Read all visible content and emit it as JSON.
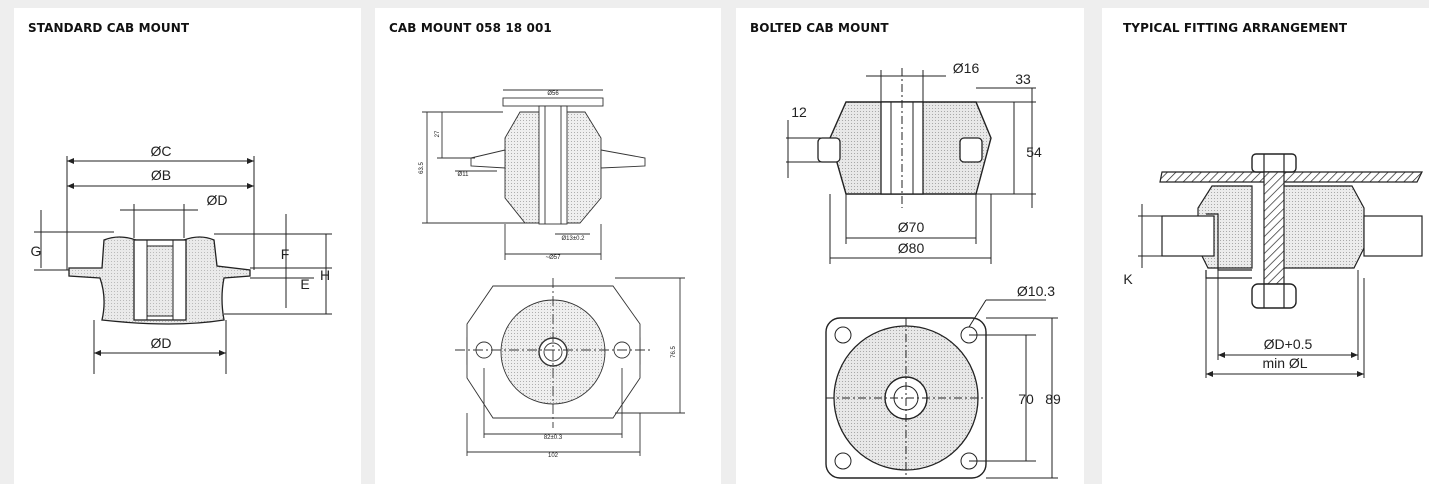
{
  "panels": [
    {
      "title": "STANDARD CAB MOUNT",
      "labels": {
        "dia_c": "ØC",
        "dia_b": "ØB",
        "dia_d_top": "ØD",
        "dia_d_bottom": "ØD",
        "g": "G",
        "f": "F",
        "e": "E",
        "h": "H"
      }
    },
    {
      "title": "CAB MOUNT 058 18 001",
      "labels": {
        "top_dia": "Ø56",
        "height_total": "63.5",
        "height_upper": "27",
        "hole": "Ø11",
        "bore": "Ø13±0.2",
        "base_dia": "~Ø57",
        "pitch": "82±0.3",
        "width": "102",
        "side": "76.5"
      }
    },
    {
      "title": "BOLTED CAB MOUNT",
      "labels": {
        "bore": "Ø16",
        "flange": "33",
        "lug": "12",
        "height": "54",
        "inner_dia": "Ø70",
        "outer_dia": "Ø80",
        "hole": "Ø10.3",
        "pitch": "70",
        "width": "89"
      }
    },
    {
      "title": "TYPICAL FITTING ARRANGEMENT",
      "labels": {
        "k": "K",
        "dia_d": "ØD+0.5",
        "min_l": "min ØL"
      }
    }
  ]
}
